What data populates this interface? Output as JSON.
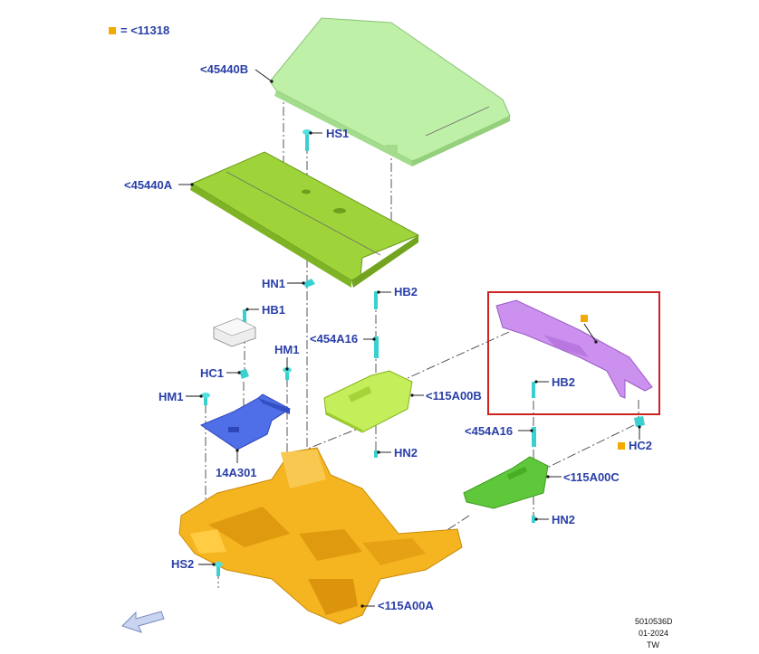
{
  "legend": {
    "text": "= <11318",
    "color": "#f2a900"
  },
  "labels": {
    "p45440B": "<45440B",
    "hs1": "HS1",
    "p45440A": "<45440A",
    "hn1": "HN1",
    "hb2_left": "HB2",
    "hb1": "HB1",
    "p454A16_left": "<454A16",
    "hm1_right": "HM1",
    "hc1": "HC1",
    "hm1_left": "HM1",
    "p115A00B": "<115A00B",
    "hn2_left": "HN2",
    "p14A301": "14A301",
    "hb2_right": "HB2",
    "p454A16_right": "<454A16",
    "hc2": "HC2",
    "p115A00C": "<115A00C",
    "hn2_right": "HN2",
    "hs2": "HS2",
    "p115A00A": "<115A00A"
  },
  "footer": {
    "code": "5010536D",
    "date": "01-2024",
    "region": "TW"
  },
  "highlight_color": "#cc2222",
  "part_colors": {
    "load_floor": "#bff0a8",
    "floor_panel": "#9ed43a",
    "foam_tray_b": "#c4ee5a",
    "foam_tray_c": "#5ec83a",
    "bracket": "#cc90ee",
    "carrier": "#f5b520",
    "plate": "#4f6fe8",
    "fasteners": "#3ad0d0",
    "block": "#ededed"
  }
}
